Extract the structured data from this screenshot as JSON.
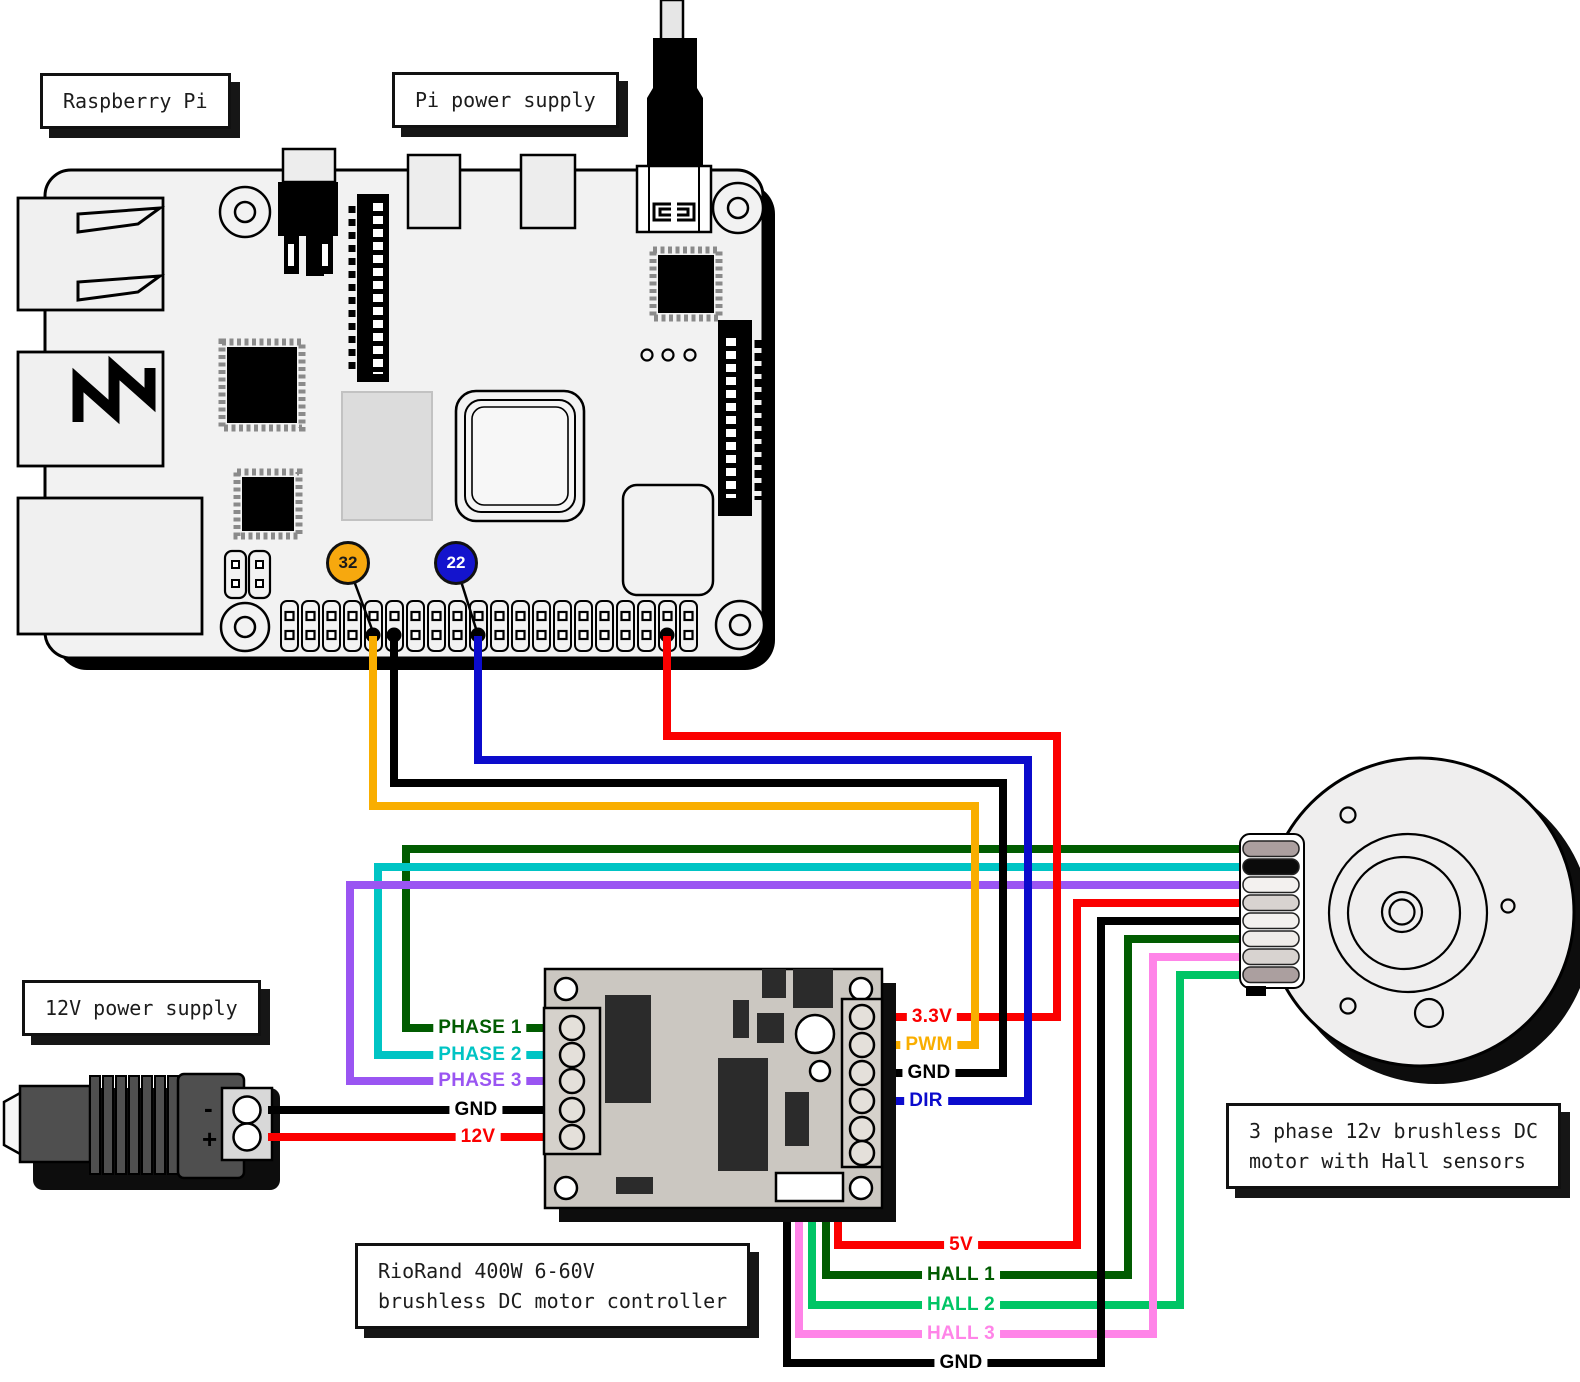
{
  "captions": {
    "raspberry_pi": "Raspberry Pi",
    "pi_power_supply": "Pi power supply",
    "psu_12v": "12V power supply",
    "controller_line1": "RioRand 400W 6-60V",
    "controller_line2": "brushless DC motor controller",
    "motor_line1": "3 phase 12v brushless DC",
    "motor_line2": "motor with Hall sensors"
  },
  "badges": {
    "pin32": {
      "label": "32",
      "color": "#f7a80e",
      "text_color": "#1a1a1a"
    },
    "pin22": {
      "label": "22",
      "color": "#1414cd",
      "text_color": "#ffffff"
    }
  },
  "psu": {
    "minus": "-",
    "plus": "+"
  },
  "wires": {
    "phase1": {
      "label": "PHASE 1",
      "color": "#015c01"
    },
    "phase2": {
      "label": "PHASE 2",
      "color": "#00c4c4"
    },
    "phase3": {
      "label": "PHASE 3",
      "color": "#9a55f2"
    },
    "gnd_psu": {
      "label": "GND",
      "color": "#000000"
    },
    "v12": {
      "label": "12V",
      "color": "#fb0000"
    },
    "v33": {
      "label": "3.3V",
      "color": "#fb0000"
    },
    "pwm": {
      "label": "PWM",
      "color": "#f9ae00"
    },
    "gnd_pi": {
      "label": "GND",
      "color": "#000000"
    },
    "dir": {
      "label": "DIR",
      "color": "#0b0bcc"
    },
    "v5": {
      "label": "5V",
      "color": "#fb0000"
    },
    "hall1": {
      "label": "HALL 1",
      "color": "#015c01"
    },
    "hall2": {
      "label": "HALL 2",
      "color": "#00c565"
    },
    "hall3": {
      "label": "HALL 3",
      "color": "#ff84e8"
    },
    "gnd_bottom": {
      "label": "GND",
      "color": "#000000"
    }
  },
  "board_colors": {
    "pi_pcb": "#f2f2f2",
    "controller_pcb": "#cbc7c1",
    "motor_body": "#efeeee",
    "psu_body": "#4f4f4f"
  }
}
